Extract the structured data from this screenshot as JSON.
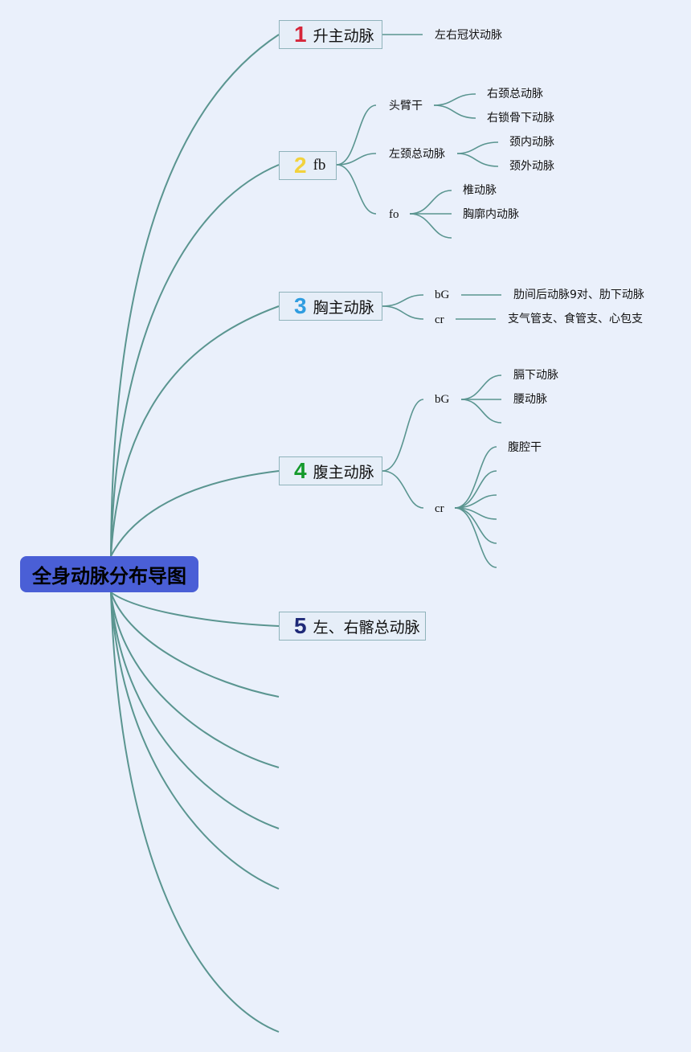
{
  "colors": {
    "line": "#5a9590",
    "root_bg": "#4a5fd6",
    "node_border": "#8fb3bb",
    "n1": "#d6263a",
    "n2": "#f2d23c",
    "n3": "#2f9de0",
    "n4": "#159a2c",
    "n5": "#1f2a78"
  },
  "root": {
    "label": "全身动脉分布导图"
  },
  "branches": [
    {
      "num": "1",
      "label": "升主动脉"
    },
    {
      "num": "2",
      "label": "fb"
    },
    {
      "num": "3",
      "label": "胸主动脉"
    },
    {
      "num": "4",
      "label": "腹主动脉"
    },
    {
      "num": "5",
      "label": "左、右髂总动脉"
    }
  ],
  "labels": {
    "b1_c1": "左右冠状动脉",
    "b2_c1": "头臂干",
    "b2_c1_1": "右颈总动脉",
    "b2_c1_2": "右锁骨下动脉",
    "b2_c2": "左颈总动脉",
    "b2_c2_1": "颈内动脉",
    "b2_c2_2": "颈外动脉",
    "b2_c3": "fo",
    "b2_c3_1": "椎动脉",
    "b2_c3_2": "胸廓内动脉",
    "b3_c1": "bG",
    "b3_c1_1": "肋间后动脉9对、肋下动脉",
    "b3_c2": "cr",
    "b3_c2_1": "支气管支、食管支、心包支",
    "b4_c1": "bG",
    "b4_c1_1": "膈下动脉",
    "b4_c1_2": "腰动脉",
    "b4_c2": "cr",
    "b4_c2_1": "腹腔干"
  }
}
